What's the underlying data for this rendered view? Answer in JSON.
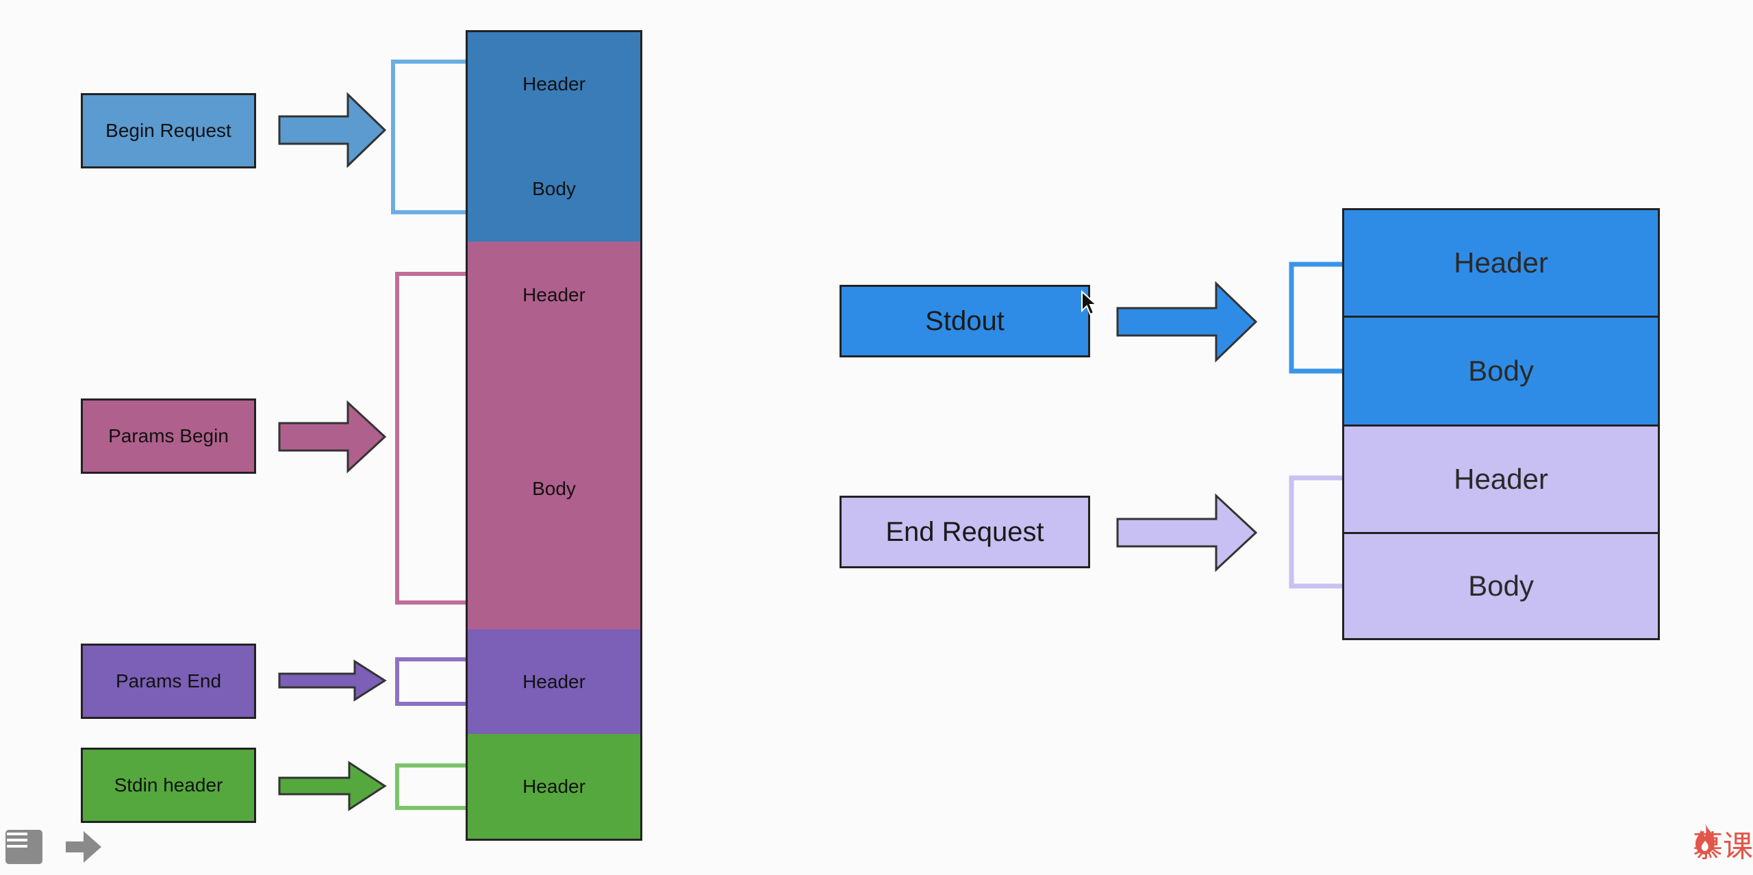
{
  "diagram": {
    "left": {
      "labels": [
        {
          "text": "Begin Request",
          "fill": "#5b9bd0",
          "arrow": "#5b9bd0",
          "bracket": "#6aaee2"
        },
        {
          "text": "Params Begin",
          "fill": "#b0608c",
          "arrow": "#b0608c",
          "bracket": "#c06d99"
        },
        {
          "text": "Params End",
          "fill": "#7c5fb6",
          "arrow": "#7c5fb6",
          "bracket": "#8c72c2"
        },
        {
          "text": "Stdin header",
          "fill": "#55a83e",
          "arrow": "#55a83e",
          "bracket": "#7ac46a"
        }
      ],
      "segments": [
        {
          "text": "Header",
          "fill": "#3a7cb8"
        },
        {
          "text": "Body",
          "fill": "#3a7cb8"
        },
        {
          "text": "Header",
          "fill": "#b0608c"
        },
        {
          "text": "Body",
          "fill": "#b0608c"
        },
        {
          "text": "Header",
          "fill": "#7c5fb6"
        },
        {
          "text": "Header",
          "fill": "#55a83e"
        }
      ]
    },
    "right": {
      "labels": [
        {
          "text": "Stdout",
          "fill": "#2f8ce6",
          "arrow": "#2f8ce6",
          "bracket": "#3a95e8"
        },
        {
          "text": "End Request",
          "fill": "#c8bff2",
          "arrow": "#c8bff2",
          "bracket": "#c9c0f3"
        }
      ],
      "segments": [
        {
          "text": "Header",
          "fill": "#2f8ce6"
        },
        {
          "text": "Body",
          "fill": "#2f8ce6"
        },
        {
          "text": "Header",
          "fill": "#c8bff2"
        },
        {
          "text": "Body",
          "fill": "#c8bff2"
        }
      ]
    }
  },
  "overlay": {
    "brand_text": "慕课",
    "icons": [
      "slides-menu-icon",
      "next-arrow-icon",
      "flame-logo-icon"
    ]
  }
}
